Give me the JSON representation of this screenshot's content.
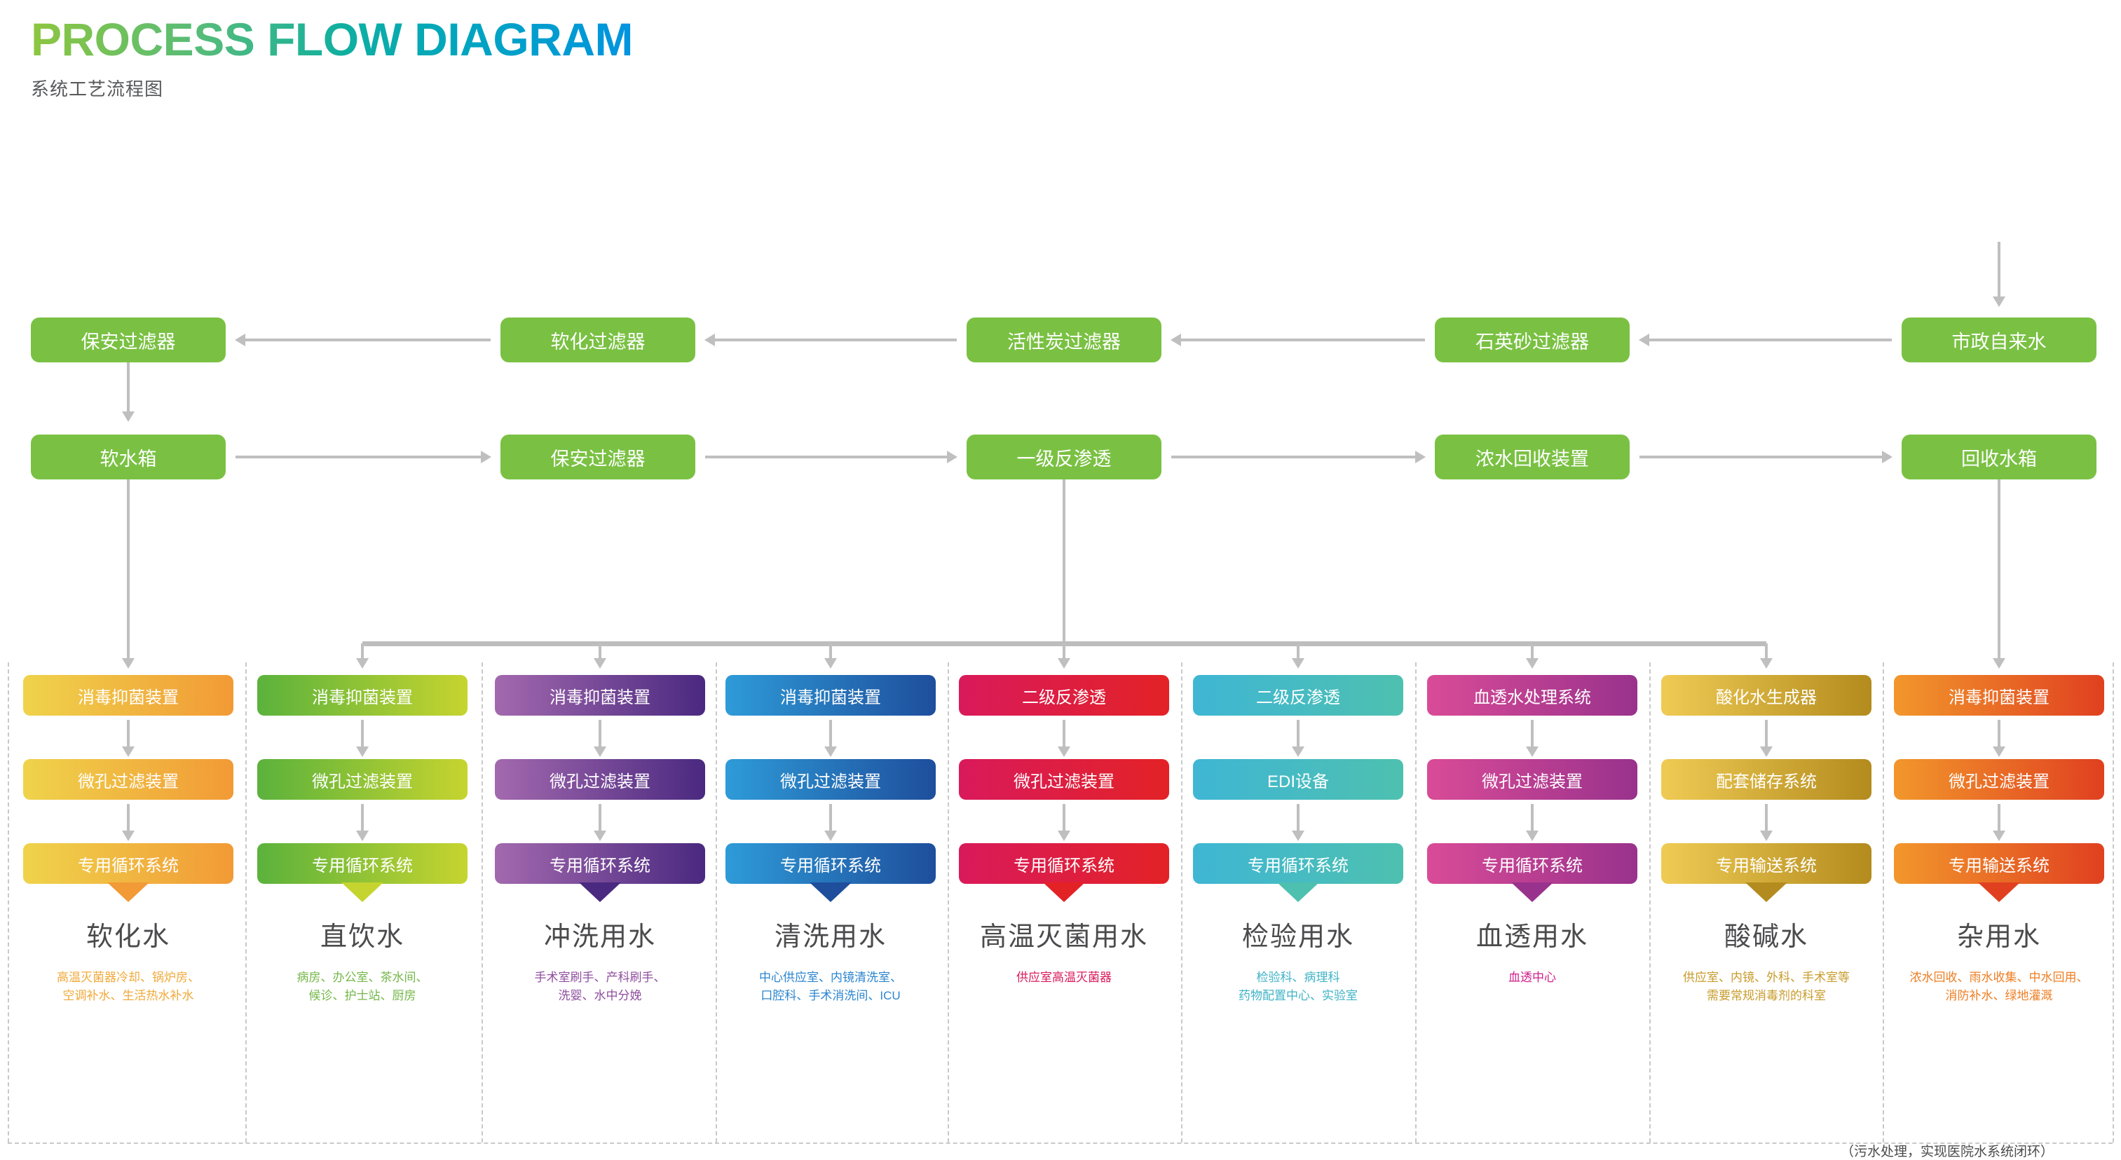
{
  "header": {
    "title": "PROCESS FLOW DIAGRAM",
    "subtitle": "系统工艺流程图",
    "title_gradient_from": "#8DC63F",
    "title_gradient_to": "#0094E0"
  },
  "colors": {
    "green_box": "#7AC143",
    "connector": "#BFBFBF",
    "separator": "#C9C9C9",
    "heading_text": "#4B4B4D"
  },
  "top_flow": {
    "row1": [
      {
        "label": "保安过滤器"
      },
      {
        "label": "软化过滤器"
      },
      {
        "label": "活性炭过滤器"
      },
      {
        "label": "石英砂过滤器"
      },
      {
        "label": "市政自来水"
      }
    ],
    "row2": [
      {
        "label": "软水箱"
      },
      {
        "label": "保安过滤器"
      },
      {
        "label": "一级反渗透"
      },
      {
        "label": "浓水回收装置"
      },
      {
        "label": "回收水箱"
      }
    ]
  },
  "columns": [
    {
      "id": "softened-water",
      "name": "软化水",
      "desc": "高温灭菌器冷却、锅炉房、\n空调补水、生活热水补水",
      "desc_color": "#F0A93A",
      "grad_from": "#EFD34B",
      "grad_to": "#F29A36",
      "steps": [
        {
          "label": "消毒抑菌装置"
        },
        {
          "label": "微孔过滤装置"
        },
        {
          "label": "专用循环系统"
        }
      ]
    },
    {
      "id": "direct-drinking-water",
      "name": "直饮水",
      "desc": "病房、办公室、茶水间、\n候诊、护士站、厨房",
      "desc_color": "#74B749",
      "grad_from": "#5BB23C",
      "grad_to": "#C6D42F",
      "steps": [
        {
          "label": "消毒抑菌装置"
        },
        {
          "label": "微孔过滤装置"
        },
        {
          "label": "专用循环系统"
        }
      ]
    },
    {
      "id": "flushing-water",
      "name": "冲洗用水",
      "desc": "手术室刷手、产科刷手、\n洗婴、水中分娩",
      "desc_color": "#8E4E9E",
      "grad_from": "#A369AE",
      "grad_to": "#4A2980",
      "steps": [
        {
          "label": "消毒抑菌装置"
        },
        {
          "label": "微孔过滤装置"
        },
        {
          "label": "专用循环系统"
        }
      ]
    },
    {
      "id": "cleaning-water",
      "name": "清洗用水",
      "desc": "中心供应室、内镜清洗室、\n口腔科、手术消洗间、ICU",
      "desc_color": "#2C85CE",
      "grad_from": "#2E9BD8",
      "grad_to": "#1E4E9C",
      "steps": [
        {
          "label": "消毒抑菌装置"
        },
        {
          "label": "微孔过滤装置"
        },
        {
          "label": "专用循环系统"
        }
      ]
    },
    {
      "id": "high-temp-sterilization-water",
      "name": "高温灭菌用水",
      "desc": "供应室高温灭菌器",
      "desc_color": "#D91A5B",
      "grad_from": "#D91A5B",
      "grad_to": "#E32226",
      "steps": [
        {
          "label": "二级反渗透"
        },
        {
          "label": "微孔过滤装置"
        },
        {
          "label": "专用循环系统"
        }
      ]
    },
    {
      "id": "laboratory-water",
      "name": "检验用水",
      "desc": "检验科、病理科\n药物配置中心、实验室",
      "desc_color": "#3FB3C6",
      "grad_from": "#3FB6D4",
      "grad_to": "#4EC0B0",
      "steps": [
        {
          "label": "二级反渗透"
        },
        {
          "label": "EDI设备"
        },
        {
          "label": "专用循环系统"
        }
      ]
    },
    {
      "id": "hemodialysis-water",
      "name": "血透用水",
      "desc": "血透中心",
      "desc_color": "#D0208C",
      "grad_from": "#D94B97",
      "grad_to": "#99328C",
      "steps": [
        {
          "label": "血透水处理系统"
        },
        {
          "label": "微孔过滤装置"
        },
        {
          "label": "专用循环系统"
        }
      ]
    },
    {
      "id": "acid-alkaline-water",
      "name": "酸碱水",
      "desc": "供应室、内镜、外科、手术室等\n需要常规消毒剂的科室",
      "desc_color": "#C89B2B",
      "grad_from": "#EFCB54",
      "grad_to": "#B38B1E",
      "steps": [
        {
          "label": "酸化水生成器"
        },
        {
          "label": "配套储存系统"
        },
        {
          "label": "专用输送系统"
        }
      ]
    },
    {
      "id": "miscellaneous-water",
      "name": "杂用水",
      "desc": "浓水回收、雨水收集、中水回用、\n消防补水、绿地灌溉",
      "desc_color": "#EE7E23",
      "grad_from": "#F2972C",
      "grad_to": "#E04020",
      "steps": [
        {
          "label": "消毒抑菌装置"
        },
        {
          "label": "微孔过滤装置"
        },
        {
          "label": "专用输送系统"
        }
      ]
    }
  ],
  "footnote": "（污水处理，实现医院水系统闭环）"
}
